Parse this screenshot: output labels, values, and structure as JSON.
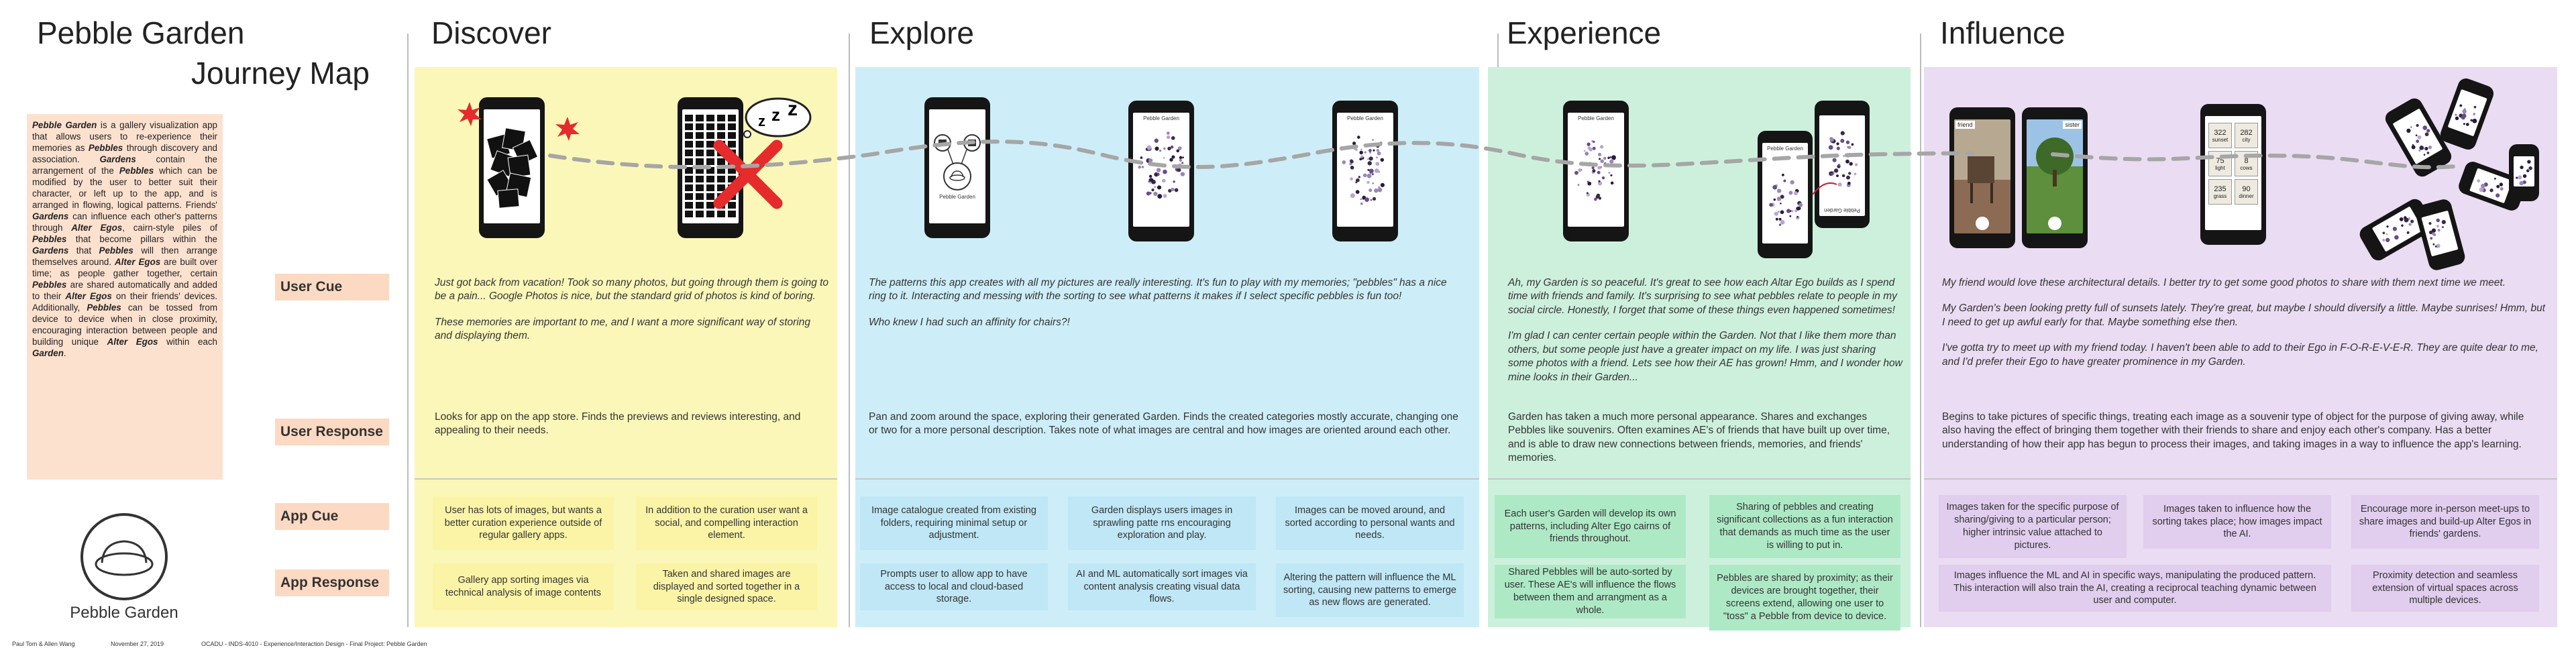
{
  "title": {
    "line1": "Pebble Garden",
    "line2": "Journey Map"
  },
  "intro_segments": [
    {
      "t": "Pebble Garden",
      "em": true
    },
    {
      "t": " is a gallery visualization app that allows users to re-experience their memories as "
    },
    {
      "t": "Pebbles",
      "em": true
    },
    {
      "t": " through discovery and association. "
    },
    {
      "t": "Gardens",
      "em": true
    },
    {
      "t": " contain the arrangement of the "
    },
    {
      "t": "Pebbles",
      "em": true
    },
    {
      "t": " which can be modified by the user to better suit their character, or left up to the app, and is arranged in flowing, logical patterns. Friends' "
    },
    {
      "t": "Gardens",
      "em": true
    },
    {
      "t": " can influence each other's patterns through "
    },
    {
      "t": "Alter Egos",
      "em": true
    },
    {
      "t": ", cairn-style piles of "
    },
    {
      "t": "Pebbles",
      "em": true
    },
    {
      "t": " that become pillars within the "
    },
    {
      "t": "Gardens",
      "em": true
    },
    {
      "t": " that "
    },
    {
      "t": "Pebbles",
      "em": true
    },
    {
      "t": " will then arrange themselves around. "
    },
    {
      "t": "Alter Egos",
      "em": true
    },
    {
      "t": " are built over time; as people gather together, certain "
    },
    {
      "t": "Pebbles",
      "em": true
    },
    {
      "t": " are shared automatically and added to their "
    },
    {
      "t": "Alter Egos",
      "em": true
    },
    {
      "t": " on their friends' devices. Additionally, "
    },
    {
      "t": "Pebbles",
      "em": true
    },
    {
      "t": " can be tossed from device to device when in close proximity, encouraging interaction between people and building unique "
    },
    {
      "t": "Alter Egos",
      "em": true
    },
    {
      "t": " within each "
    },
    {
      "t": "Garden",
      "em": true
    },
    {
      "t": "."
    }
  ],
  "logo_label": "Pebble Garden",
  "row_labels": {
    "user_cue": "User Cue",
    "user_response": "User Response",
    "app_cue": "App Cue",
    "app_response": "App Response"
  },
  "footer": {
    "authors": "Paul Tom & Allen Wang",
    "date": "November 27, 2019",
    "course": "OCADU - INDS-4010 - Experience/Interaction Design - Final Project: Pebble Garden"
  },
  "colors": {
    "discover": "#fbf7b8",
    "explore": "#cdeef8",
    "experience": "#cdf0dd",
    "influence": "#eadcf2",
    "card_discover": "#fbf4a6",
    "card_explore": "#bfe7f6",
    "card_experience": "#aee9c6",
    "card_influence": "#e1cdee",
    "label_bg": "#fcd9c2",
    "path": "#a6a6a6",
    "cross": "#e52b2b"
  },
  "stages": [
    {
      "title": "Discover",
      "phone_screen_labels": [
        "",
        ""
      ],
      "user_cue": [
        "Just got back from vacation! Took so many photos, but going through them is going to be a pain... Google Photos is nice, but the standard grid of photos is kind of boring.",
        "These memories are important to me, and I want a more significant way of storing and displaying them."
      ],
      "user_response": "Looks for app on the app store. Finds the previews and reviews interesting, and appealing to their needs.",
      "app_cue": [
        "User has lots of images, but wants a better curation experience outside of regular gallery apps.",
        "In addition to the curation user want a social, and compelling interaction element."
      ],
      "app_response": [
        "Gallery app sorting images via technical analysis of image contents",
        "Taken and shared images are displayed and sorted together in a single designed space."
      ]
    },
    {
      "title": "Explore",
      "phone_screen_labels": [
        "Pebble Garden",
        "Pebble Garden",
        "Pebble Garden"
      ],
      "user_cue": [
        "The patterns this app creates with all my pictures are really interesting. It's fun to play with my memories; \"pebbles\" has a nice ring to it. Interacting and messing with the sorting to see what patterns it makes if I select specific pebbles is fun too!",
        "Who knew I had such an affinity for chairs?!"
      ],
      "user_response": "Pan and zoom around the space, exploring their generated Garden. Finds the created categories mostly accurate, changing one or two for a more personal description. Takes note of what images are central and how images are oriented around each other.",
      "app_cue": [
        "Image catalogue created from existing folders, requiring minimal setup or adjustment.",
        "Garden displays users images in sprawling patte rns encouraging exploration and play.",
        "Images can be moved around, and sorted according to personal wants and needs."
      ],
      "app_response": [
        "Prompts user to allow app to have access to local and cloud-based storage.",
        "AI and ML automatically sort images via content analysis creating visual data flows.",
        "Altering the pattern will influence the ML sorting, causing new patterns to emerge as new flows are generated."
      ]
    },
    {
      "title": "Experience",
      "phone_screen_labels": [
        "Pebble Garden",
        "Pebble Garden",
        "Pebble Garden"
      ],
      "user_cue": [
        "Ah, my Garden is so peaceful. It's great to see how each Altar Ego builds as I spend time with friends and family. It's surprising to see what pebbles relate to people in my social circle. Honestly, I forget that some of these things even happened sometimes!",
        "I'm glad I can center certain people within the Garden. Not that I like them more than others, but some people just have a greater impact on my life. I was just sharing some photos with a friend. Lets see how their AE has grown! Hmm, and I wonder how mine looks in their Garden..."
      ],
      "user_response": "Garden has taken a much more personal appearance. Shares and exchanges Pebbles like souvenirs. Often examines AE's of friends that have built up over time, and is able to draw new connections between friends, memories, and friends' memories.",
      "app_cue": [
        "Each user's Garden will develop its own patterns, including Alter Ego cairns of friends throughout.",
        "Sharing of pebbles and creating significant collections as a fun interaction that demands as much time as the user is willing to put in."
      ],
      "app_response": [
        "Shared Pebbles will be auto-sorted by user. These AE's will influence the flows between them and arrangment as a whole.",
        "Pebbles are shared by proximity; as their devices are brought together, their screens extend, allowing one user to \"toss\" a Pebble from device to device."
      ]
    },
    {
      "title": "Influence",
      "phone_screen_labels": [
        "friend",
        "sister",
        ""
      ],
      "grid_tiles": [
        "sunset",
        "city",
        "light",
        "cows",
        "grass",
        "dinner"
      ],
      "grid_values": [
        "322",
        "282",
        "75",
        "8",
        "235",
        "90"
      ],
      "user_cue": [
        "My friend would love these architectural details. I better try to get some good photos to share with them next time we meet.",
        "My Garden's been looking pretty full of sunsets lately. They're great, but maybe I should diversify a little. Maybe sunrises! Hmm, but I need to get up awful early for that. Maybe something else then.",
        "I've gotta try to meet up with my friend today. I haven't been able to add to their Ego in F-O-R-E-V-E-R. They are quite dear to me, and I'd prefer their Ego to have greater prominence in my Garden."
      ],
      "user_response": "Begins to take pictures of specific things, treating each image as a souvenir type of object for the purpose of giving away, while also having the effect of bringing them together with their friends to share and enjoy each other's company. Has a better understanding of how their app has begun to process their images, and taking images in a way to influence the app's learning.",
      "app_cue": [
        "Images taken for the specific purpose of sharing/giving to a particular person; higher intrinsic value attached to pictures.",
        "Images taken to influence how the sorting takes place; how images impact the AI.",
        "Encourage more in-person meet-ups to share images and build-up Alter Egos in friends' gardens."
      ],
      "app_response": [
        "Images influence the ML and AI in specific ways, manipulating the produced pattern. This interaction will also train the AI, creating a reciprocal teaching dynamic between user and computer.",
        "Proximity detection and seamless extension of virtual spaces across multiple devices."
      ]
    }
  ]
}
